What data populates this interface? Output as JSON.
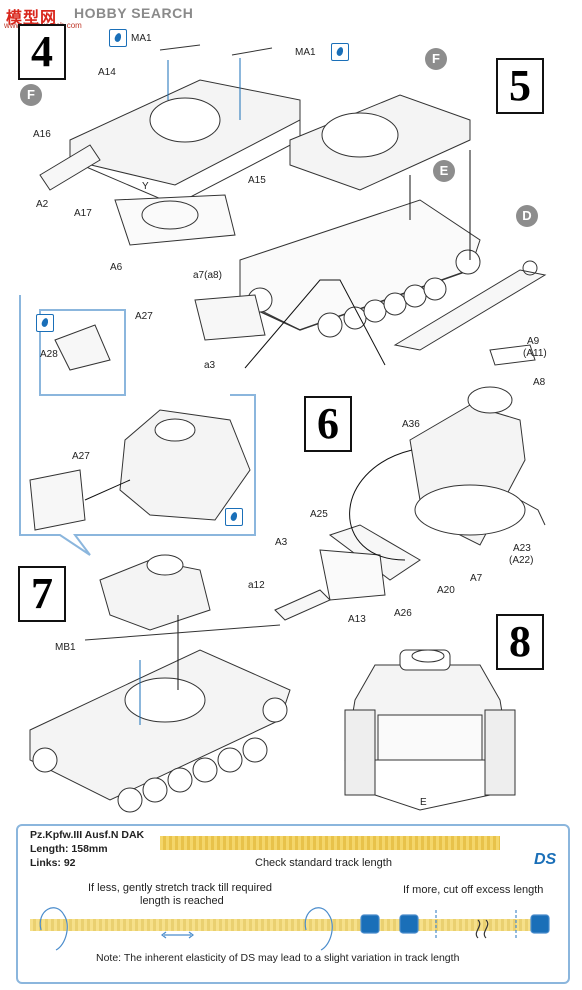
{
  "watermark": {
    "cn": "模型网",
    "en": "HOBBY SEARCH",
    "url": "www.hobbyasrch.com"
  },
  "steps": {
    "s4": "4",
    "s5": "5",
    "s6": "6",
    "s7": "7",
    "s8": "8"
  },
  "callouts": {
    "F": "F",
    "E": "E",
    "D": "D"
  },
  "labels": {
    "MA1a": "MA1",
    "MA1b": "MA1",
    "A14": "A14",
    "A16": "A16",
    "A2": "A2",
    "A17": "A17",
    "Y": "Y",
    "A15": "A15",
    "A6": "A6",
    "a7": "a7(a8)",
    "a3": "a3",
    "A27a": "A27",
    "A28": "A28",
    "A27b": "A27",
    "A9": "A9",
    "A11": "(A11)",
    "A8": "A8",
    "A36": "A36",
    "A25": "A25",
    "A3": "A3",
    "a12": "a12",
    "A13": "A13",
    "A26": "A26",
    "A20": "A20",
    "A7": "A7",
    "A23": "A23",
    "A22": "(A22)",
    "MB1": "MB1",
    "E8": "E"
  },
  "track_box": {
    "title": "Pz.Kpfw.III Ausf.N DAK",
    "length": "Length: 158mm",
    "links": "Links: 92",
    "check": "Check standard track length",
    "less1": "If less, gently stretch track till required",
    "less2": "length is reached",
    "more": "If more, cut off excess length",
    "note": "Note: The inherent elasticity of DS may lead to a slight variation in track length",
    "ds_logo": "DS"
  },
  "colors": {
    "accent_blue": "#1a6fb8",
    "track_yellow": "#f4d66a",
    "callout_gray": "#8d8d8d",
    "frame_blue": "#8bb6dd"
  }
}
